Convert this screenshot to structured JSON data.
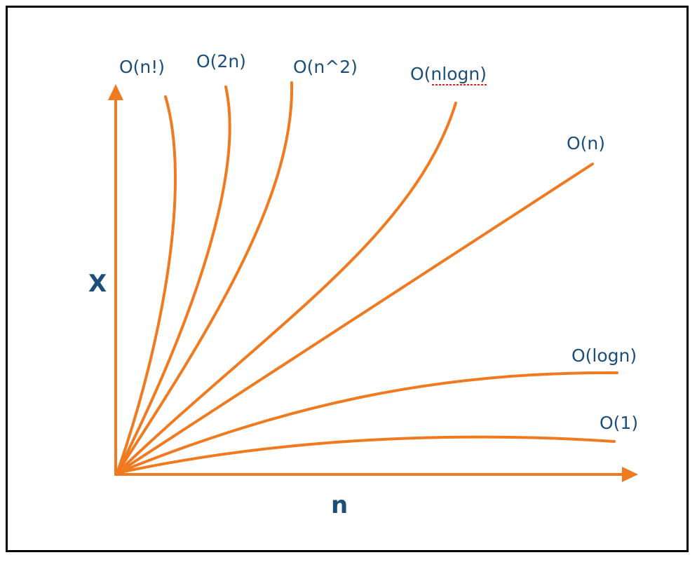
{
  "colors": {
    "curve": "#F07A20",
    "text": "#1B4F7A",
    "frame": "#000000",
    "spellcheck": "#E02020"
  },
  "axes": {
    "y_label": "X",
    "x_label": "n"
  },
  "curves": [
    {
      "key": "factorial",
      "label": "O(n!)"
    },
    {
      "key": "exponential",
      "label": "O(2n)"
    },
    {
      "key": "quadratic",
      "label": "O(n^2)"
    },
    {
      "key": "nlogn",
      "label": "O(nlogn)"
    },
    {
      "key": "linear",
      "label": "O(n)"
    },
    {
      "key": "log",
      "label": "O(logn)"
    },
    {
      "key": "constant",
      "label": "O(1)"
    }
  ]
}
